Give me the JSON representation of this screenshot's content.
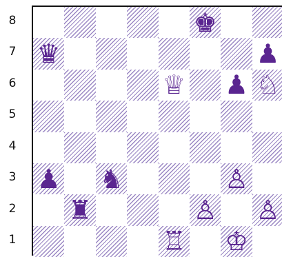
{
  "ranks": [
    "8",
    "7",
    "6",
    "5",
    "4",
    "3",
    "2",
    "1"
  ],
  "pieces": [
    {
      "square": "f8",
      "glyph": "♚",
      "name": "black-king"
    },
    {
      "square": "a7",
      "glyph": "♛",
      "name": "black-queen"
    },
    {
      "square": "h7",
      "glyph": "♟",
      "name": "black-pawn"
    },
    {
      "square": "e6",
      "glyph": "♕",
      "name": "white-queen"
    },
    {
      "square": "g6",
      "glyph": "♟",
      "name": "black-pawn"
    },
    {
      "square": "h6",
      "glyph": "♘",
      "name": "white-knight"
    },
    {
      "square": "a3",
      "glyph": "♟",
      "name": "black-pawn"
    },
    {
      "square": "c3",
      "glyph": "♞",
      "name": "black-knight"
    },
    {
      "square": "g3",
      "glyph": "♙",
      "name": "white-pawn"
    },
    {
      "square": "b2",
      "glyph": "♜",
      "name": "black-rook"
    },
    {
      "square": "f2",
      "glyph": "♙",
      "name": "white-pawn"
    },
    {
      "square": "h2",
      "glyph": "♙",
      "name": "white-pawn"
    },
    {
      "square": "e1",
      "glyph": "♖",
      "name": "white-rook"
    },
    {
      "square": "g1",
      "glyph": "♔",
      "name": "white-king"
    }
  ],
  "colors": {
    "dark_hatch": "#9b88c4",
    "piece": "#5a2590"
  }
}
